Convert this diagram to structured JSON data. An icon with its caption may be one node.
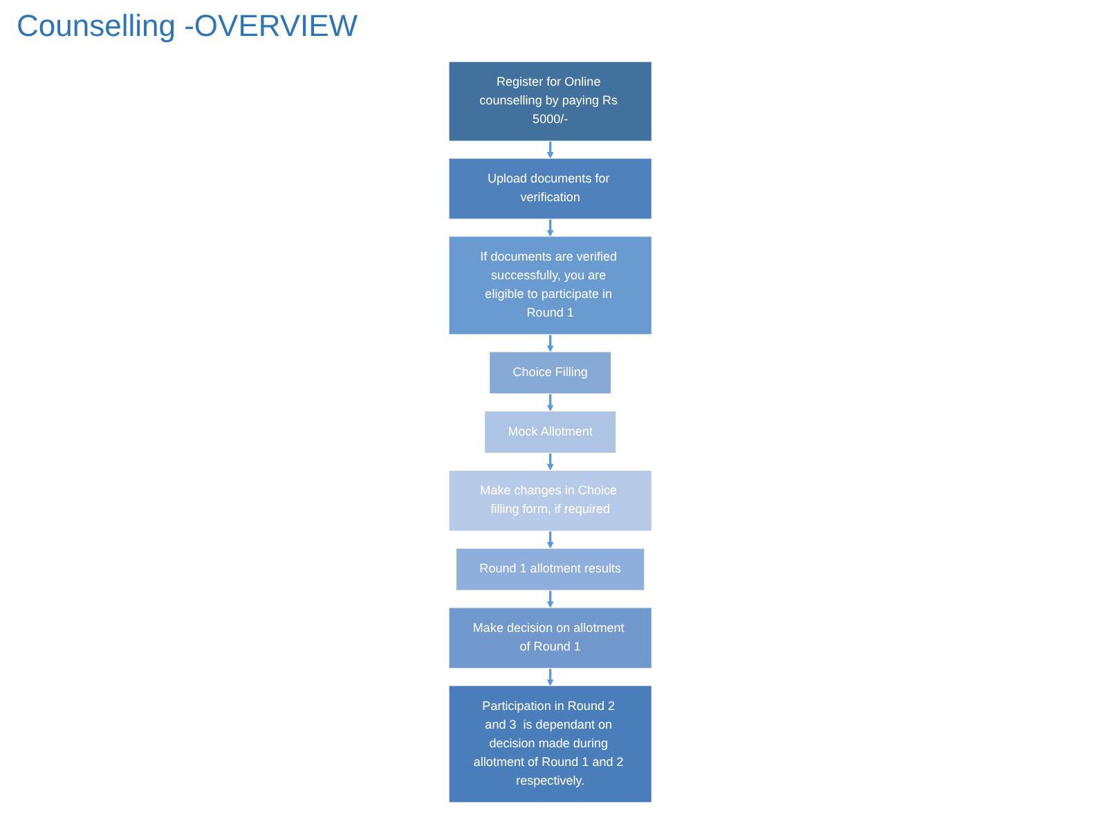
{
  "diagram": {
    "title": "Counselling -OVERVIEW",
    "nodes": [
      {
        "text": [
          "Register for Online counselling by paying Rs 5000/-"
        ]
      },
      {
        "text": [
          "Upload documents for verification"
        ]
      },
      {
        "text": [
          "If documents are verified successfully, you are eligible to participate in Round 1"
        ]
      },
      {
        "text": [
          "Make changes in Choice filling form, if required"
        ]
      },
      {
        "text": [
          "Mock Allotment"
        ]
      },
      {
        "text": [
          "Choice Filling"
        ]
      },
      {
        "text": [
          "Round 1 allotment results"
        ]
      },
      {
        "text": [
          "Make decision on allotment of Round 1"
        ]
      },
      {
        "text": [
          "Participation in Round 2 and 3  is dependant on decision made during allotment of Round 1 and 2 respectively."
        ]
      }
    ],
    "edges": [
      {
        "from": 0,
        "to": 1,
        "arrow": "to"
      },
      {
        "from": 1,
        "to": 2,
        "arrow": "to"
      },
      {
        "from": 2,
        "to": 5,
        "arrow": "to"
      },
      {
        "from": 5,
        "to": 4,
        "arrow": "to"
      },
      {
        "from": 4,
        "to": 3,
        "arrow": "to"
      },
      {
        "from": 3,
        "to": 6,
        "arrow": "to"
      },
      {
        "from": 6,
        "to": 7,
        "arrow": "to"
      },
      {
        "from": 7,
        "to": 8,
        "arrow": "to"
      }
    ]
  }
}
